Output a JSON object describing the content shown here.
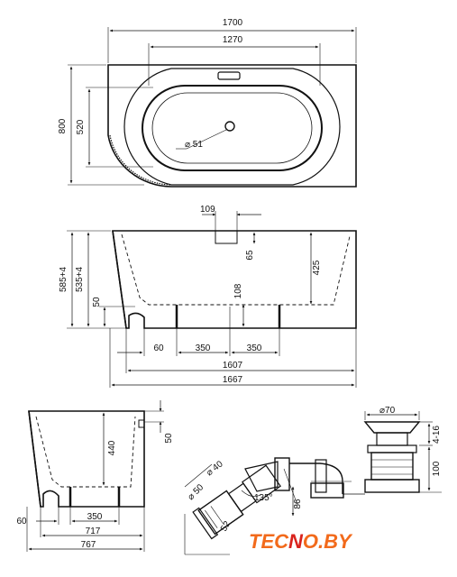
{
  "top_view": {
    "overall_length": "1700",
    "inner_length": "1270",
    "overall_width": "800",
    "inner_width": "520",
    "drain_diameter": "⌀ 51"
  },
  "side_view": {
    "overflow_width": "109",
    "overflow_drop": "65",
    "depth": "425",
    "height_total": "585+4",
    "height_rim": "535+4",
    "leg_height": "50",
    "leg_offset": "108",
    "edge_offset": "60",
    "leg_spacing_1": "350",
    "leg_spacing_2": "350",
    "base_length": "1607",
    "top_length": "1667"
  },
  "end_view": {
    "depth": "440",
    "rim_step": "50",
    "edge_offset": "60",
    "leg_spacing": "350",
    "base_width": "717",
    "top_width": "767"
  },
  "drain_kit": {
    "pipe_40": "⌀ 40",
    "pipe_50": "⌀ 50",
    "angle": "135°",
    "size_52": "52",
    "size_86": "86",
    "cap_diameter": "⌀70",
    "range": "4-16",
    "height": "100"
  },
  "logo": {
    "part1": "TEC",
    "part2": "N",
    "part3": "O.BY"
  },
  "colors": {
    "line": "#111111",
    "logo_orange": "#f26a1b",
    "logo_red": "#d9231d"
  }
}
